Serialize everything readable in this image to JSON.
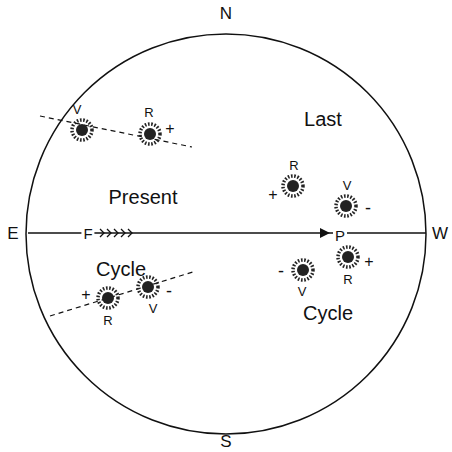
{
  "diagram": {
    "labels": [
      "N",
      "V",
      "R",
      "+",
      "Last",
      "Present",
      "R",
      "+",
      "V",
      "-",
      "E",
      "F",
      "P",
      "W",
      "Cycle",
      "-",
      "V",
      "+",
      "R",
      "+",
      "V",
      "-",
      "R",
      "Cycle",
      "S"
    ]
  }
}
